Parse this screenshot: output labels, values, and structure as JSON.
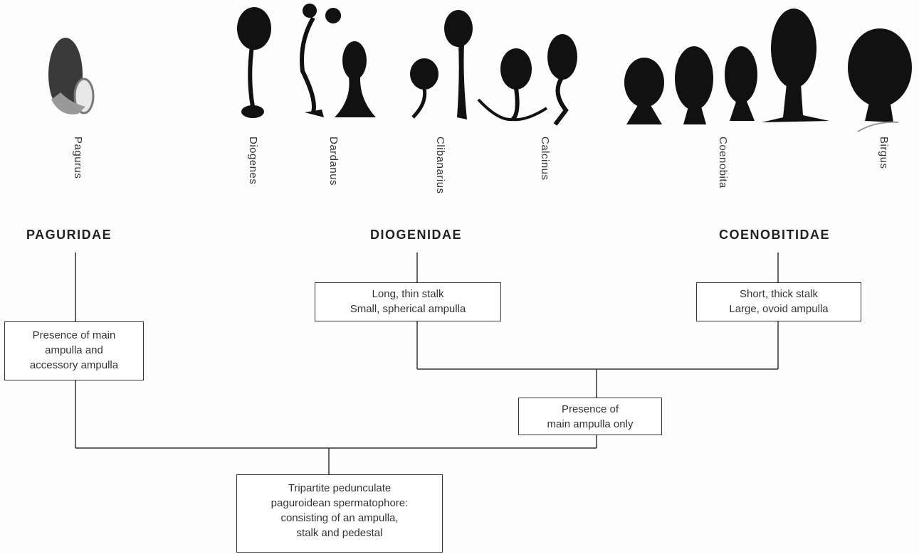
{
  "genera": [
    "Pagurus",
    "Diogenes",
    "Dardanus",
    "Clibanarius",
    "Calcinus",
    "Coenobita",
    "Birgus"
  ],
  "families": [
    "PAGURIDAE",
    "DIOGENIDAE",
    "COENOBITIDAE"
  ],
  "boxes": {
    "paguridae": [
      "Presence of main",
      "ampulla and",
      "accessory ampulla"
    ],
    "diogenidae": [
      "Long, thin stalk",
      "Small, spherical ampulla"
    ],
    "coenobitidae": [
      "Short, thick stalk",
      "Large, ovoid ampulla"
    ],
    "main_only": [
      "Presence of",
      "main ampulla only"
    ],
    "root": [
      "Tripartite pedunculate",
      "paguroidean spermatophore:",
      "consisting of an ampulla,",
      "stalk and pedestal"
    ]
  },
  "colors": {
    "ink": "#111111",
    "line": "#333333"
  }
}
